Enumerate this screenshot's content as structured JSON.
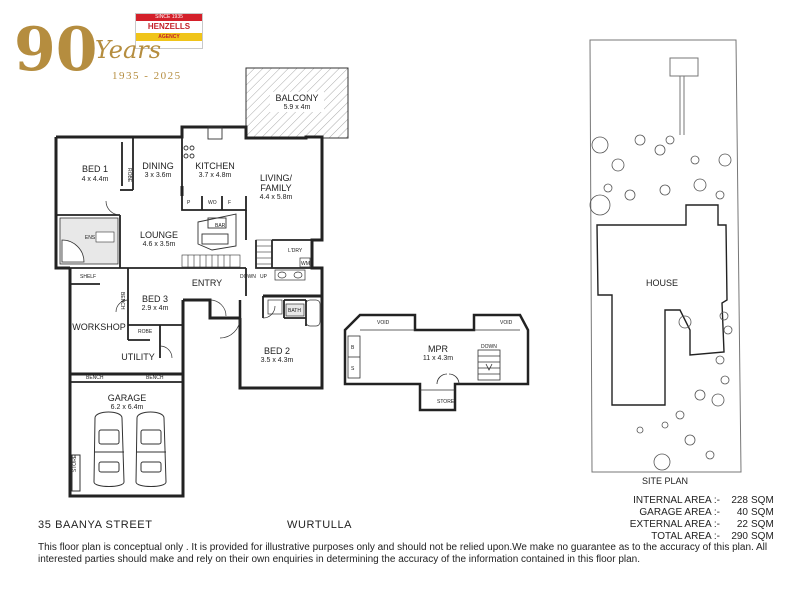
{
  "logo": {
    "number": "90",
    "word": "Years",
    "dates": "1935 - 2025",
    "badge_since": "SINCE 1935",
    "badge_name": "HENZELLS",
    "badge_sub": "AGENCY",
    "color_gold": "#b58d3f",
    "color_red": "#d4202a",
    "color_yellow": "#f0c419"
  },
  "rooms": {
    "balcony": {
      "name": "BALCONY",
      "dim": "5.9 x 4m"
    },
    "bed1": {
      "name": "BED 1",
      "dim": "4 x 4.4m"
    },
    "dining": {
      "name": "DINING",
      "dim": "3 x 3.6m"
    },
    "kitchen": {
      "name": "KITCHEN",
      "dim": "3.7 x 4.8m"
    },
    "living": {
      "name1": "LIVING/",
      "name2": "FAMILY",
      "dim": "4.4 x 5.8m"
    },
    "lounge": {
      "name": "LOUNGE",
      "dim": "4.6 x 3.5m"
    },
    "bed3": {
      "name": "BED 3",
      "dim": "2.9 x 4m"
    },
    "bed2": {
      "name": "BED 2",
      "dim": "3.5 x 4.3m"
    },
    "garage": {
      "name": "GARAGE",
      "dim": "6.2 x 6.4m"
    },
    "mpr": {
      "name": "MPR",
      "dim": "11 x 4.3m"
    },
    "workshop": {
      "name": "WORKSHOP"
    },
    "utility": {
      "name": "UTILITY"
    },
    "entry": {
      "name": "ENTRY"
    },
    "house": {
      "name": "HOUSE"
    }
  },
  "small_labels": {
    "ens": "ENS",
    "robe": "ROBE",
    "shelf": "SHELF",
    "bench": "BENCH",
    "bar": "BAR",
    "wo": "WO",
    "p": "P",
    "f": "F",
    "ldry": "L'DRY",
    "wm": "WM",
    "bath": "BATH",
    "down": "DOWN",
    "up": "UP",
    "store": "STORE",
    "void": "VOID",
    "b": "B",
    "s": "S"
  },
  "site_plan_title": "SITE PLAN",
  "areas": [
    {
      "label": "INTERNAL AREA :-",
      "value": "228",
      "unit": "SQM"
    },
    {
      "label": "GARAGE AREA :-",
      "value": "40",
      "unit": "SQM"
    },
    {
      "label": "EXTERNAL AREA :-",
      "value": "22",
      "unit": "SQM"
    },
    {
      "label": "TOTAL AREA :-",
      "value": "290",
      "unit": "SQM"
    }
  ],
  "address": {
    "street": "35 BAANYA STREET",
    "suburb": "WURTULLA"
  },
  "disclaimer": "This floor plan  is conceptual only . It is provided for illustrative purposes only and should not be relied upon.We make no guarantee as to the accuracy of this plan. All interested parties should make and rely on their own enquiries in determining the accuracy of the information contained in this floor plan."
}
